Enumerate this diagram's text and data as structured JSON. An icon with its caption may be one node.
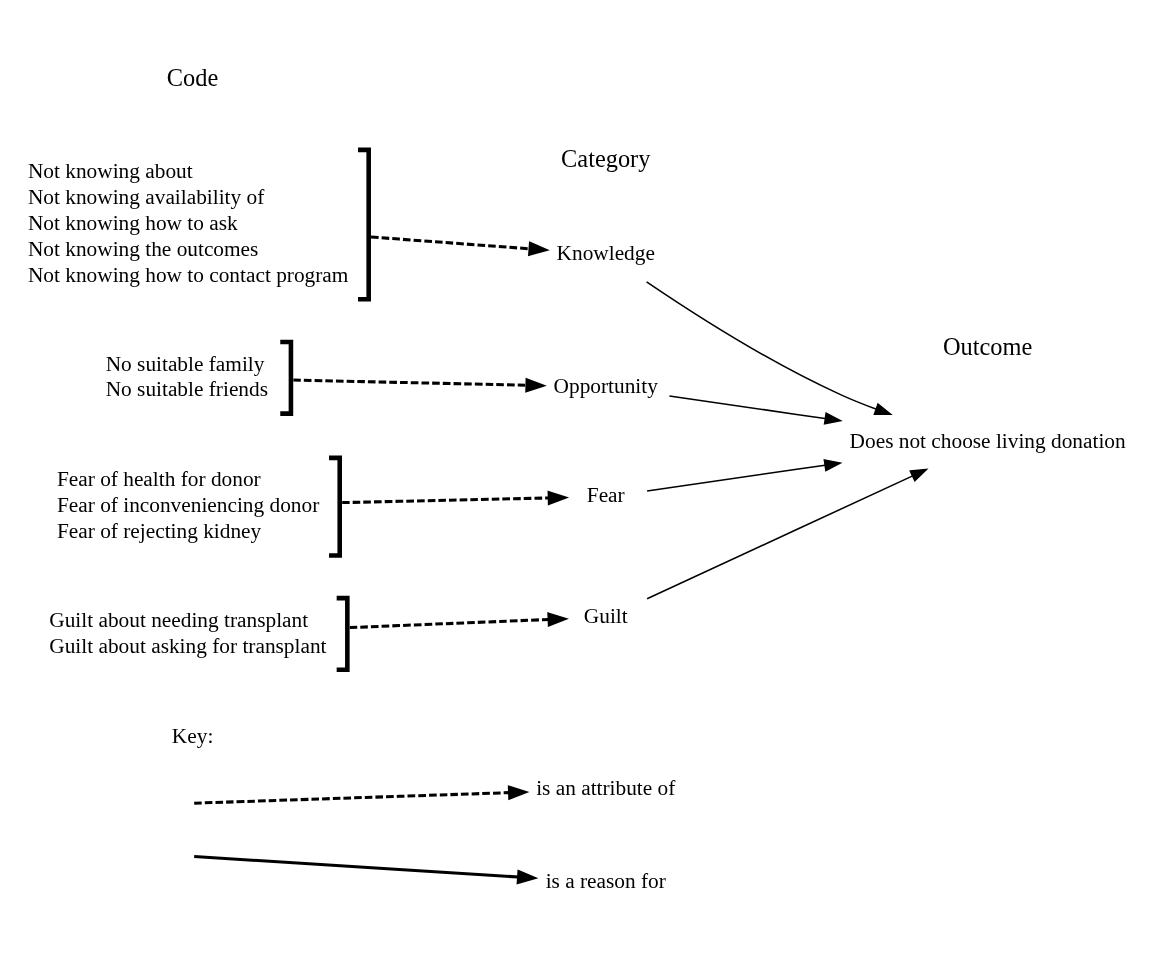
{
  "diagram": {
    "nodes": [
      {
        "text": [
          "Not knowing about",
          "Not knowing availability of",
          "Not knowing how to ask",
          "Not knowing the outcomes",
          "Not knowing how to contact program"
        ]
      },
      {
        "text": [
          "No suitable family",
          "No suitable friends"
        ]
      },
      {
        "text": [
          "Fear of health for donor",
          "Fear of inconveniencing donor",
          "Fear of rejecting kidney"
        ]
      },
      {
        "text": [
          "Guilt about needing transplant",
          "Guilt about asking for transplant"
        ]
      },
      {
        "text": [
          "Knowledge"
        ]
      },
      {
        "text": [
          "Opportunity"
        ]
      },
      {
        "text": [
          "Fear"
        ]
      },
      {
        "text": [
          "Guilt"
        ]
      },
      {
        "text": [
          "Does not choose living donation"
        ]
      }
    ],
    "edges": [
      {
        "from": 0,
        "to": 4,
        "arrow": "to",
        "style": "dashed"
      },
      {
        "from": 1,
        "to": 5,
        "arrow": "to",
        "style": "dashed"
      },
      {
        "from": 2,
        "to": 6,
        "arrow": "to",
        "style": "dashed"
      },
      {
        "from": 3,
        "to": 7,
        "arrow": "to",
        "style": "dashed"
      },
      {
        "from": 4,
        "to": 8,
        "arrow": "to"
      },
      {
        "from": 5,
        "to": 8,
        "arrow": "to"
      },
      {
        "from": 6,
        "to": 8,
        "arrow": "to"
      },
      {
        "from": 7,
        "to": 8,
        "arrow": "to"
      }
    ],
    "labels": [
      "Code",
      "Category",
      "Outcome",
      "Key:"
    ],
    "legend": [
      {
        "text": "is an attribute of"
      },
      {
        "text": "is a reason for"
      }
    ]
  }
}
